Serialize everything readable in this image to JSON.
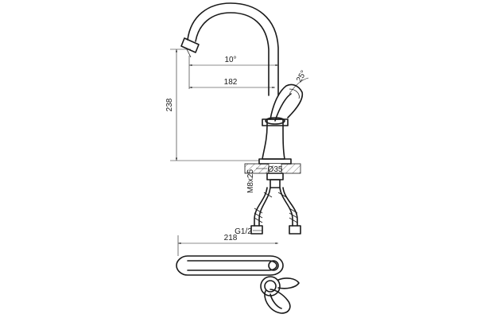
{
  "dimensions": {
    "spout_reach_angle": "10°",
    "spout_projection": "182",
    "total_height": "238",
    "lever_angle": "25°",
    "mount_hole": "Ø35",
    "thread": "M8x25",
    "connection": "G1/2",
    "overall_reach": "218"
  }
}
